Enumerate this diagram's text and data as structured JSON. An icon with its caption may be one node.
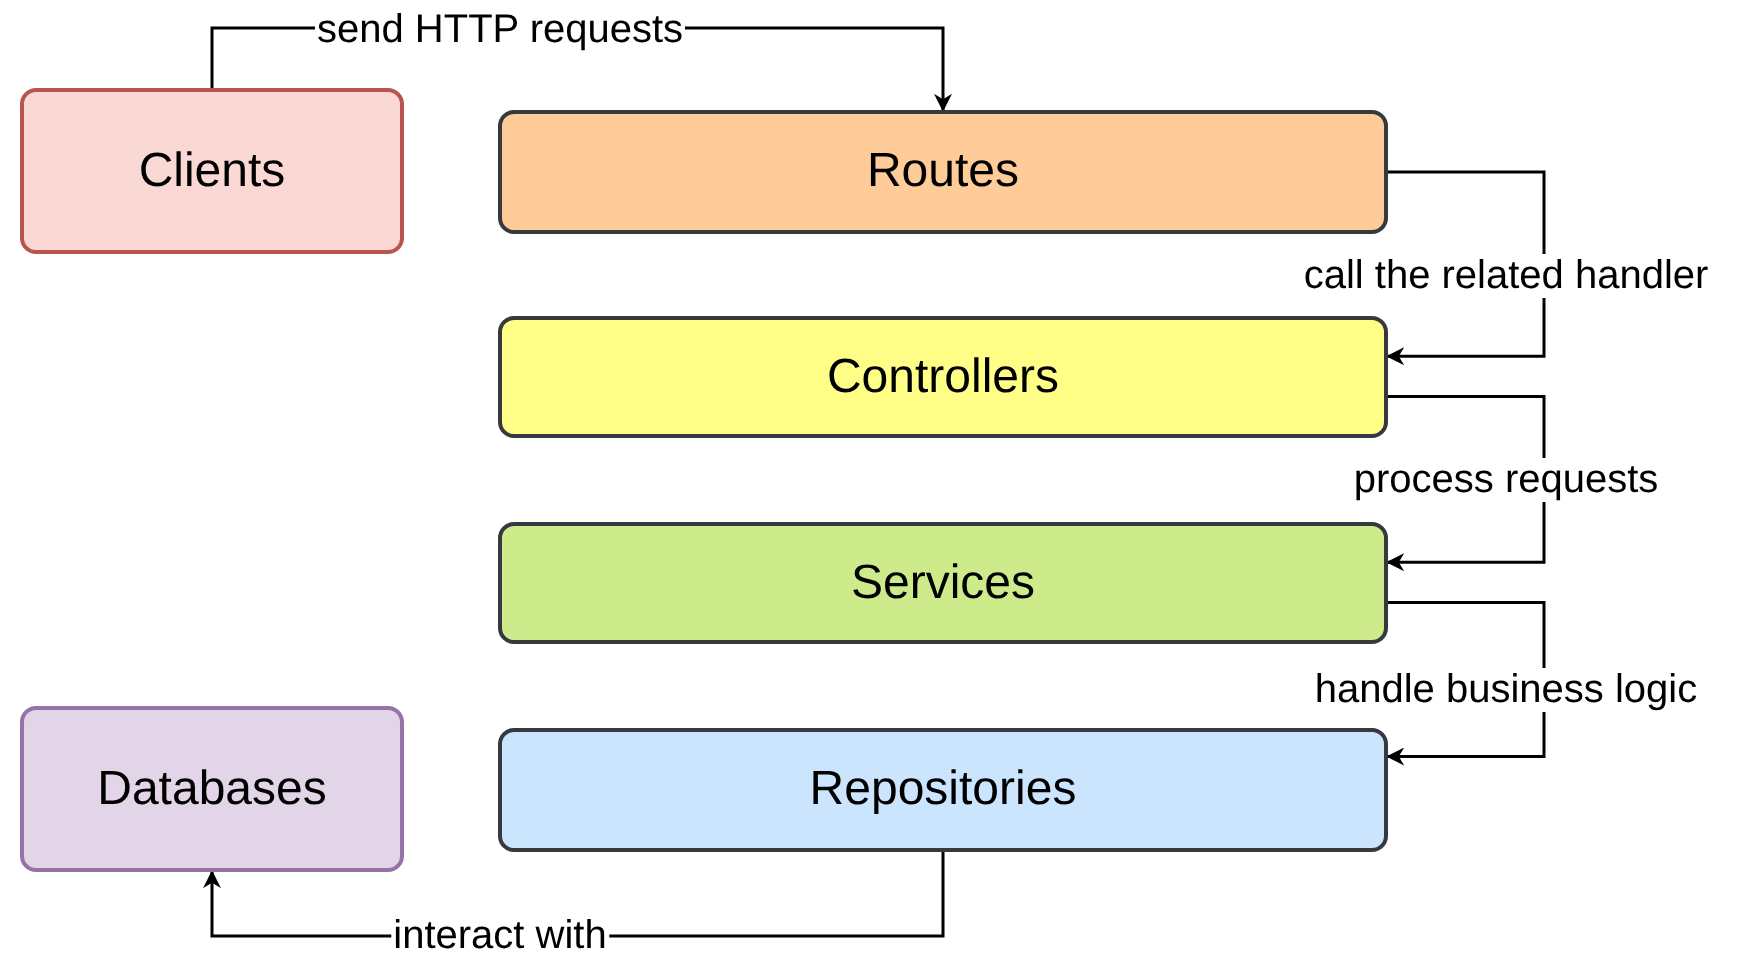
{
  "diagram": {
    "nodes": [
      {
        "text": [
          "Clients"
        ]
      },
      {
        "text": [
          "Routes"
        ]
      },
      {
        "text": [
          "Controllers"
        ]
      },
      {
        "text": [
          "Services"
        ]
      },
      {
        "text": [
          "Databases"
        ]
      },
      {
        "text": [
          "Repositories"
        ]
      }
    ],
    "edges": [
      {
        "from": 0,
        "to": 1,
        "arrow": "to",
        "label": "send HTTP requests"
      },
      {
        "from": 1,
        "to": 2,
        "arrow": "to",
        "label": "call the related handler"
      },
      {
        "from": 2,
        "to": 3,
        "arrow": "to",
        "label": "process requests"
      },
      {
        "from": 3,
        "to": 5,
        "arrow": "to",
        "label": "handle business logic"
      },
      {
        "from": 5,
        "to": 4,
        "arrow": "to",
        "label": "interact with"
      }
    ]
  }
}
